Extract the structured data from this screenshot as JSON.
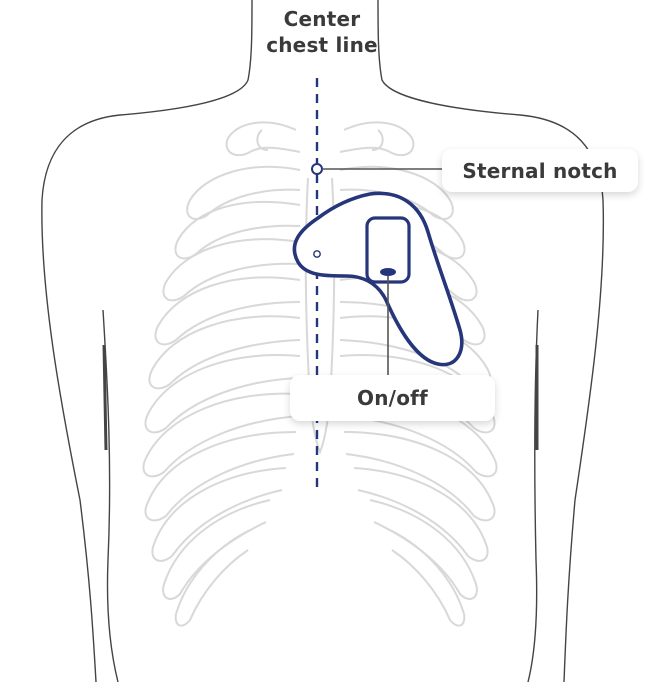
{
  "labels": {
    "center_line_1": "Center",
    "center_line_2": "chest line",
    "sternal_notch": "Sternal notch",
    "on_off": "On/off"
  },
  "colors": {
    "device_stroke": "#25367a",
    "callout_line": "#555555",
    "body_outline": "#444444",
    "ribs": "#d8d8d8",
    "center_line": "#25367a"
  }
}
